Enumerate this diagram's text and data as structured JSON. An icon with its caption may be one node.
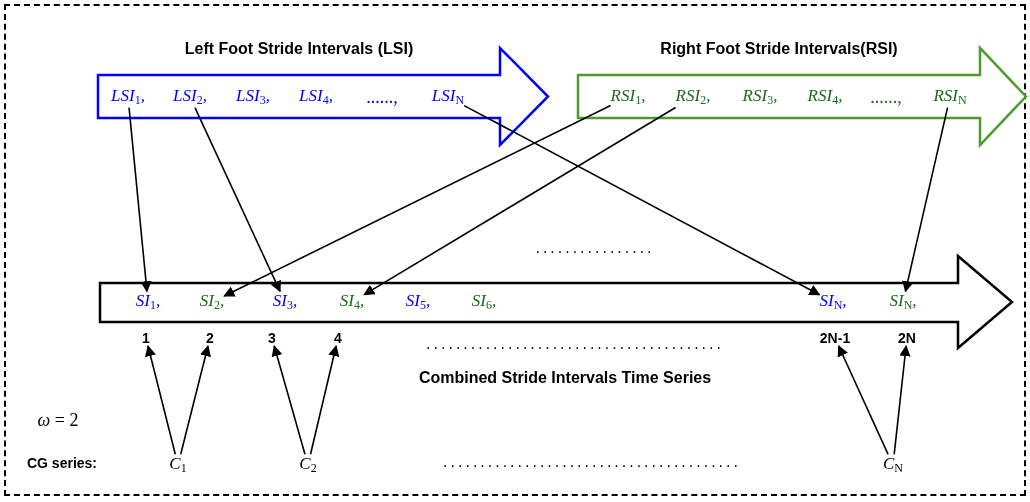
{
  "diagram": {
    "nodes": [
      {
        "text": [
          "Left Foot Stride Intervals (LSI)"
        ]
      },
      {
        "text": [
          "LSI$_{1}$,"
        ],
        "in": 0
      },
      {
        "text": [
          "LSI$_{2}$,"
        ],
        "in": 0
      },
      {
        "text": [
          "LSI$_{3}$,"
        ],
        "in": 0
      },
      {
        "text": [
          "LSI$_{4}$,"
        ],
        "in": 0
      },
      {
        "text": [
          "LSI$_{N}$"
        ],
        "in": 0
      },
      {
        "text": [
          "Right Foot Stride Intervals(RSI)"
        ]
      },
      {
        "text": [
          "RSI$_{1}$,"
        ],
        "in": 6
      },
      {
        "text": [
          "RSI$_{2}$,"
        ],
        "in": 6
      },
      {
        "text": [
          "RSI$_{3}$,"
        ],
        "in": 6
      },
      {
        "text": [
          "RSI$_{4}$,"
        ],
        "in": 6
      },
      {
        "text": [
          "RSI$_{N}$"
        ],
        "in": 6
      },
      {
        "text": [],
        "shape": "arrow"
      },
      {
        "text": [
          "SI$_{1}$,"
        ],
        "in": 12
      },
      {
        "text": [
          "SI$_{2}$,"
        ],
        "in": 12
      },
      {
        "text": [
          "SI$_{3}$,"
        ],
        "in": 12
      },
      {
        "text": [
          "SI$_{4}$,"
        ],
        "in": 12
      },
      {
        "text": [
          "SI$_{5}$,"
        ],
        "in": 12
      },
      {
        "text": [
          "SI$_{6}$,"
        ],
        "in": 12
      },
      {
        "text": [
          "SI$_{N}$,"
        ],
        "in": 12
      },
      {
        "text": [
          "SI$_{N}$,"
        ],
        "in": 12
      },
      {
        "text": [
          "1"
        ]
      },
      {
        "text": [
          "2"
        ]
      },
      {
        "text": [
          "3"
        ]
      },
      {
        "text": [
          "4"
        ]
      },
      {
        "text": [
          "2N-1"
        ]
      },
      {
        "text": [
          "2N"
        ]
      },
      {
        "text": [
          "C$_{1}$"
        ]
      },
      {
        "text": [
          "C$_{2}$"
        ]
      },
      {
        "text": [
          "C$_{N}$"
        ]
      }
    ],
    "edges": [
      {
        "from": 1,
        "to": 13,
        "arrow": "to"
      },
      {
        "from": 2,
        "to": 15,
        "arrow": "to"
      },
      {
        "from": 5,
        "to": 19,
        "arrow": "to"
      },
      {
        "from": 7,
        "to": 14,
        "arrow": "to"
      },
      {
        "from": 8,
        "to": 16,
        "arrow": "to"
      },
      {
        "from": 11,
        "to": 20,
        "arrow": "to"
      },
      {
        "from": 27,
        "to": 21,
        "arrow": "to"
      },
      {
        "from": 27,
        "to": 22,
        "arrow": "to"
      },
      {
        "from": 28,
        "to": 23,
        "arrow": "to"
      },
      {
        "from": 28,
        "to": 24,
        "arrow": "to"
      },
      {
        "from": 29,
        "to": 25,
        "arrow": "to"
      },
      {
        "from": 29,
        "to": 26,
        "arrow": "to"
      }
    ],
    "labels": [
      "......,",
      "......,",
      "................",
      "........................................",
      "Combined Stride Intervals Time Series",
      "*ω* = 2",
      "CG series:",
      "........................................"
    ]
  }
}
